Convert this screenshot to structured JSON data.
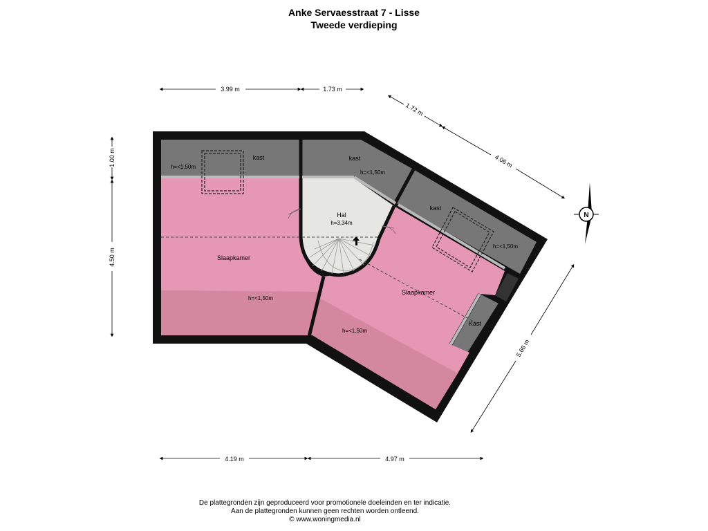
{
  "header": {
    "title": "Anke Servaesstraat 7 - Lisse",
    "floor": "Tweede verdieping"
  },
  "dimensions": {
    "top_left": "3.99 m",
    "top_mid": "1.73 m",
    "diag_short": "1.72 m",
    "diag_long": "4.06 m",
    "left_small": "1.00 m",
    "left_big": "4.50 m",
    "right_diag": "5.66 m",
    "bottom_left": "4.19 m",
    "bottom_right": "4.97 m"
  },
  "rooms": {
    "kast_1": "kast",
    "kast_2": "kast",
    "kast_3": "kast",
    "kast_4": "Kast",
    "hal": "Hal",
    "hal_height": "h=3,34m",
    "slaapkamer_1": "Slaapkamer",
    "slaapkamer_2": "Slaapkamer"
  },
  "heights": {
    "h1": "h=<1,50m",
    "h2": "h=<1,50m",
    "h3": "h=<1,50m",
    "h4": "h=<1,50m",
    "h5": "h=<1,50m"
  },
  "compass": {
    "label": "N"
  },
  "footer": {
    "line1": "De plattegronden zijn geproduceerd voor promotionele doeleinden en ter indicatie.",
    "line2": "Aan de plattegronden kunnen geen rechten worden ontleend.",
    "line3": "© www.woningmedia.nl"
  },
  "colors": {
    "room_pink": "#e597b4",
    "low_pink": "#d3889f",
    "storage_gray": "#777777",
    "hall_gray": "#e6e7e2",
    "wall": "#111111"
  }
}
